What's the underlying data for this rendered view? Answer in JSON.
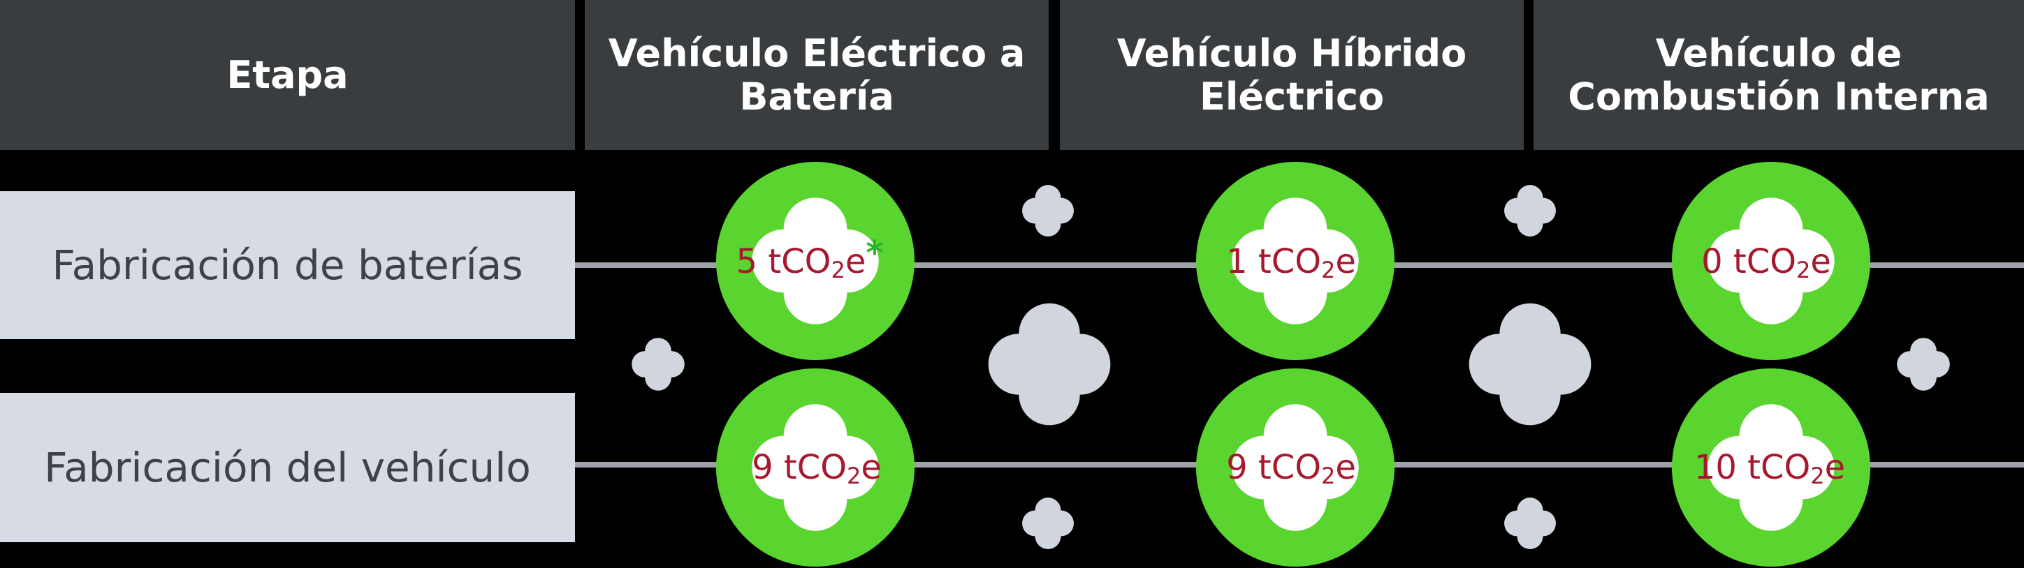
{
  "headers": {
    "etapa": "Etapa",
    "bev_line1": "Vehículo Eléctrico a",
    "bev_line2": "Batería",
    "hev_line1": "Vehículo Híbrido",
    "hev_line2": "Eléctrico",
    "ice_line1": "Vehículo de",
    "ice_line2": "Combustión Interna"
  },
  "rows": {
    "baterias": "Fabricación de baterías",
    "vehiculo": "Fabricación del vehículo"
  },
  "cells": {
    "bev_bat": {
      "num": "5",
      "unit": "tCO",
      "sub": "2",
      "tail": "e",
      "mark": "*"
    },
    "hev_bat": {
      "num": "1",
      "unit": "tCO",
      "sub": "2",
      "tail": "e"
    },
    "ice_bat": {
      "num": "0",
      "unit": "tCO",
      "sub": "2",
      "tail": "e"
    },
    "bev_veh": {
      "num": "9",
      "unit": "tCO",
      "sub": "2",
      "tail": "e"
    },
    "hev_veh": {
      "num": "9",
      "unit": "tCO",
      "sub": "2",
      "tail": "e"
    },
    "ice_veh": {
      "num": "10",
      "unit": "tCO",
      "sub": "2",
      "tail": "e"
    }
  },
  "colors": {
    "header_bg": "#3a3d3f",
    "label_bg": "#d7dbe4",
    "green": "#5ad42f",
    "cloud_fill": "#ffffff",
    "grey_cloud": "#d1d5dd",
    "line": "#9ea2a8",
    "value_text": "#a6192e",
    "asterisk": "#2bb42b"
  }
}
